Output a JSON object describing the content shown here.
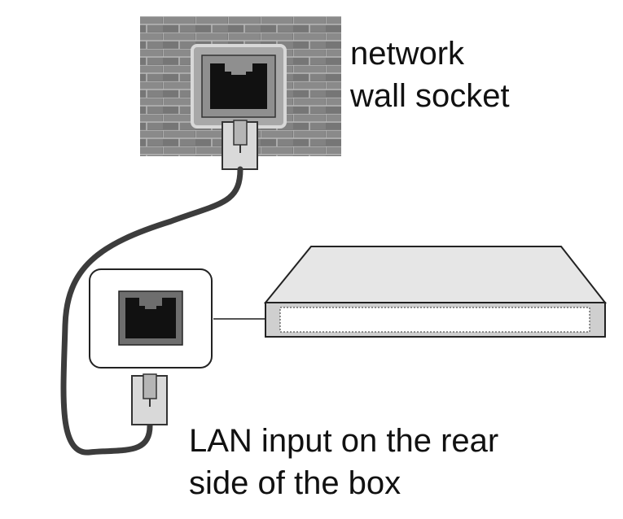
{
  "labels": {
    "wall_socket_line1": "network",
    "wall_socket_line2": "wall socket",
    "lan_input_line1": "LAN input on the rear",
    "lan_input_line2": "side of the box"
  },
  "colors": {
    "brick_wall": "#7d7d7d",
    "mortar": "#bdbdbd",
    "socket_plate": "#a8a8a8",
    "port_hole": "#111111",
    "plug": "#d9d9d9",
    "cable": "#3c3c3c",
    "box_top": "#e6e6e6",
    "box_front": "#ffffff",
    "outline": "#222222"
  },
  "icons": [
    "brick-wall",
    "rj45-wall-socket",
    "rj45-plug",
    "ethernet-cable",
    "rj45-port-callout",
    "set-top-box"
  ]
}
